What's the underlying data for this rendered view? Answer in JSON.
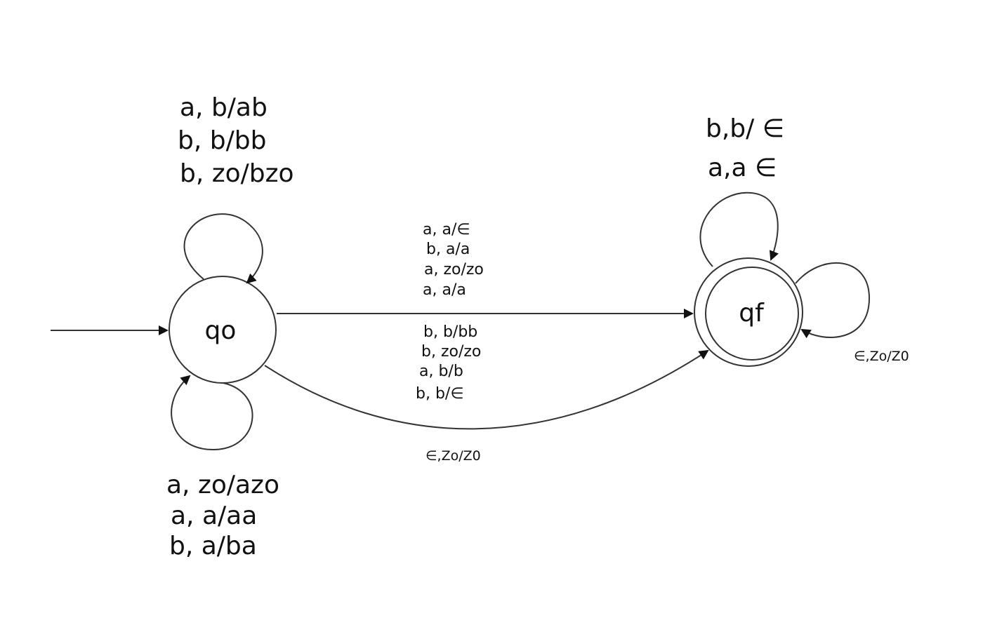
{
  "states": {
    "start": {
      "label": "qo"
    },
    "final": {
      "label": "qf"
    }
  },
  "labels": {
    "q0_top_loop": [
      "a, b/ab",
      "b, b/bb",
      "b, zo/bzo"
    ],
    "q0_bottom_loop": [
      "a, zo/azo",
      "a, a/aa",
      "b, a/ba"
    ],
    "edge_straight_above": [
      "a, a/∈",
      "b, a/a",
      "a, zo/zo",
      "a, a/a"
    ],
    "edge_straight_below": [
      "b, b/bb",
      "b, zo/zo",
      "a, b/b",
      "b, b/∈"
    ],
    "edge_curve": "∈,Zo/Z0",
    "qf_top_loop": [
      "b,b/ ∈",
      "a,a ∈"
    ],
    "qf_right_loop": "∈,Zo/Z0"
  }
}
